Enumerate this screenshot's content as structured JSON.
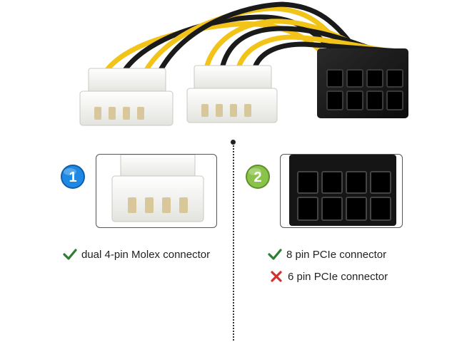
{
  "badges": {
    "first": "1",
    "second": "2"
  },
  "features": {
    "molex": {
      "status": "check",
      "label": "dual 4-pin Molex connector"
    },
    "pcie8": {
      "status": "check",
      "label": "8 pin PCIe connector"
    },
    "pcie6": {
      "status": "cross",
      "label": "6 pin PCIe connector"
    }
  },
  "colors": {
    "check": "#2e7d32",
    "cross": "#d32f2f",
    "badge_one": "#1e88e5",
    "badge_two": "#8bc34a",
    "wire_yellow": "#f2c318",
    "wire_black": "#1a1a1a",
    "molex_body": "#f4f4f0"
  },
  "icons": {
    "check": "check-icon",
    "cross": "cross-icon"
  }
}
